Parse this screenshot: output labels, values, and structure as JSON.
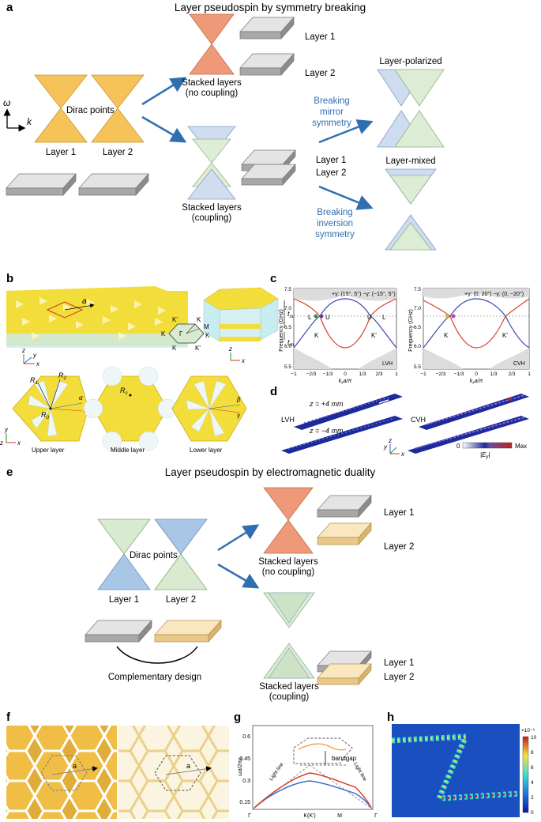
{
  "panel_a": {
    "letter": "a",
    "title": "Layer pseudospin by symmetry breaking",
    "axis_omega": "ω",
    "axis_k": "k",
    "dirac_points": "Dirac points",
    "layer1": "Layer 1",
    "layer2": "Layer 2",
    "stacked_no_coupling_1": "Stacked layers",
    "stacked_no_coupling_2": "(no coupling)",
    "stacked_coupling_1": "Stacked layers",
    "stacked_coupling_2": "(coupling)",
    "top_layer1": "Layer 1",
    "top_layer2": "Layer 2",
    "mid_layer1": "Layer 1",
    "mid_layer2": "Layer 2",
    "breaking_mirror_1": "Breaking",
    "breaking_mirror_2": "mirror",
    "breaking_mirror_3": "symmetry",
    "breaking_inversion_1": "Breaking",
    "breaking_inversion_2": "inversion",
    "breaking_inversion_3": "symmetry",
    "layer_polarized": "Layer-polarized",
    "layer_mixed": "Layer-mixed"
  },
  "panel_b": {
    "letter": "b",
    "a_label": "a",
    "t_sub": "t",
    "t_sub_sub": "sub",
    "t_metal": "t",
    "t_metal_sub": "metal",
    "bz_K1": "K'",
    "bz_K2": "K",
    "bz_K3": "K'",
    "bz_K4": "K",
    "bz_K5": "K'",
    "bz_K6": "K",
    "bz_M": "M",
    "bz_Gamma": "Γ",
    "upper_layer": "Upper layer",
    "middle_layer": "Middle layer",
    "lower_layer": "Lower layer",
    "R1": "R",
    "R1_sub": "1",
    "R2": "R",
    "R2_sub": "2",
    "R0": "R",
    "R0_sub": "0",
    "Rc": "R",
    "Rc_sub": "c",
    "alpha": "α",
    "beta": "β",
    "gamma": "γ",
    "axis_x": "x",
    "axis_y": "y",
    "axis_z": "z"
  },
  "panel_c": {
    "letter": "c",
    "ylabel": "Frequency (GHz)",
    "xlabel": "k",
    "xlabel_sub": "x",
    "xlabel_tail": "a/π",
    "left": {
      "legend": "+γ: (15°, 5°)  −γ: (−15°, 5°)",
      "tag": "LVH",
      "L_left": "L",
      "U_left": "U",
      "U_right": "U",
      "L_right": "L",
      "K_left": "K",
      "K_right": "K'"
    },
    "right": {
      "legend": "+γ: (0, 20°)  −γ: (0, −20°)",
      "tag": "CVH",
      "K_left": "K",
      "K_right": "K'"
    },
    "yticks": [
      "7.5",
      "7.0",
      "6.5",
      "6.0",
      "5.5"
    ],
    "xticks": [
      "−1",
      "−2/3",
      "−1/3",
      "0",
      "1/3",
      "2/3",
      "1"
    ]
  },
  "panel_d": {
    "letter": "d",
    "lvh": "LVH",
    "cvh": "CVH",
    "z_top": "z = +4 mm",
    "z_bottom": "z = −4 mm",
    "cb_min": "0",
    "cb_max": "Max",
    "cb_label": "|E",
    "cb_label_sub": "y",
    "cb_label_tail": "|"
  },
  "panel_e": {
    "letter": "e",
    "title": "Layer pseudospin by electromagnetic duality",
    "dirac_points": "Dirac points",
    "layer1": "Layer 1",
    "layer2": "Layer 2",
    "complementary": "Complementary design",
    "stacked_no_coupling_1": "Stacked layers",
    "stacked_no_coupling_2": "(no coupling)",
    "stacked_coupling_1": "Stacked layers",
    "stacked_coupling_2": "(coupling)",
    "top_layer1": "Layer 1",
    "top_layer2": "Layer 2",
    "bot_layer1": "Layer 1",
    "bot_layer2": "Layer 2"
  },
  "panel_f": {
    "letter": "f",
    "a_left": "a",
    "a_right": "a"
  },
  "panel_g": {
    "letter": "g",
    "ylabel": "ωa/2πc",
    "yticks": [
      "0.6",
      "0.45",
      "0.3",
      "0.15"
    ],
    "xticks": [
      "Γ",
      "K(K')",
      "M",
      "Γ"
    ],
    "bandgap": "bandgap",
    "light_line_left": "Light line",
    "light_line_right": "Light line"
  },
  "panel_h": {
    "letter": "h",
    "cb_exp": "×10⁻³",
    "cb_ticks": [
      "10",
      "8",
      "6",
      "4",
      "2",
      "0"
    ]
  },
  "colors": {
    "orange_cone": "#f5c35a",
    "salmon_cone": "#ee9a78",
    "blue_cone": "#c8d8ee",
    "green_cone": "#d8ead0",
    "slab_gray": "#cfcfcf",
    "slab_cream": "#f6d8a0",
    "arrow_blue": "#2f6eb0",
    "text_blue": "#2f6eb0"
  }
}
